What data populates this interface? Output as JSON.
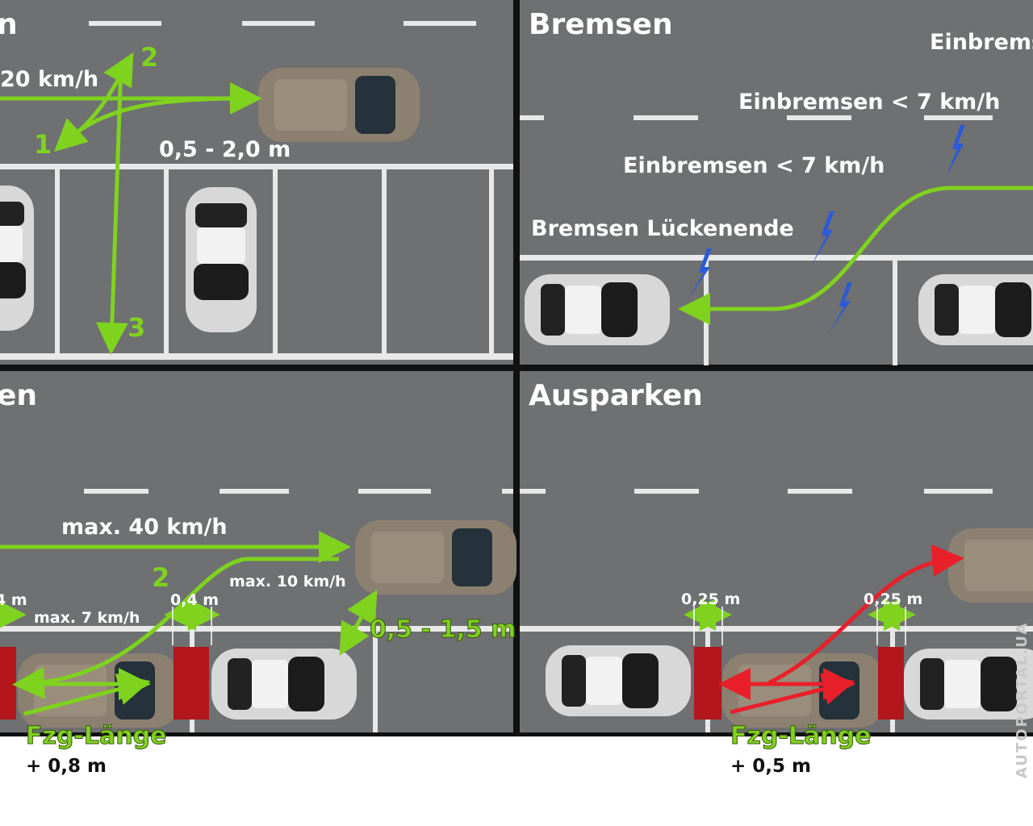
{
  "panels": {
    "top_left": {
      "title_fragment": "n",
      "speed": "20 km/h",
      "step_1": "1",
      "step_2": "2",
      "step_3": "3",
      "distance": "0,5 - 2,0 m"
    },
    "top_right": {
      "title": "Bremsen",
      "label_cut": "Einbrems",
      "label_brake_1": "Einbremsen < 7 km/h",
      "label_brake_2": "Einbremsen < 7 km/h",
      "label_gap_end": "Bremsen Lückenende"
    },
    "bottom_left": {
      "title_fragment": "en",
      "speed_max_40": "max. 40 km/h",
      "step_2": "2",
      "speed_max_10": "max. 10 km/h",
      "gap_right": "0,4 m",
      "gap_left": "4 m",
      "speed_max_7": "max. 7 km/h",
      "lateral_distance": "0,5 - 1,5 m",
      "length_label": "Fzg-Länge",
      "length_extra": "+ 0,8 m"
    },
    "bottom_right": {
      "title": "Ausparken",
      "gap_left": "0,25 m",
      "gap_right": "0,25 m",
      "length_label": "Fzg-Länge",
      "length_extra": "+ 0,5 m"
    }
  },
  "watermark": "AUTOPORTAL.UA",
  "colors": {
    "asphalt": "#6e7071",
    "path_green": "#7fd21e",
    "path_red": "#e8202a",
    "buffer_red": "#b3161b",
    "lightning_blue": "#2a5bd8"
  }
}
